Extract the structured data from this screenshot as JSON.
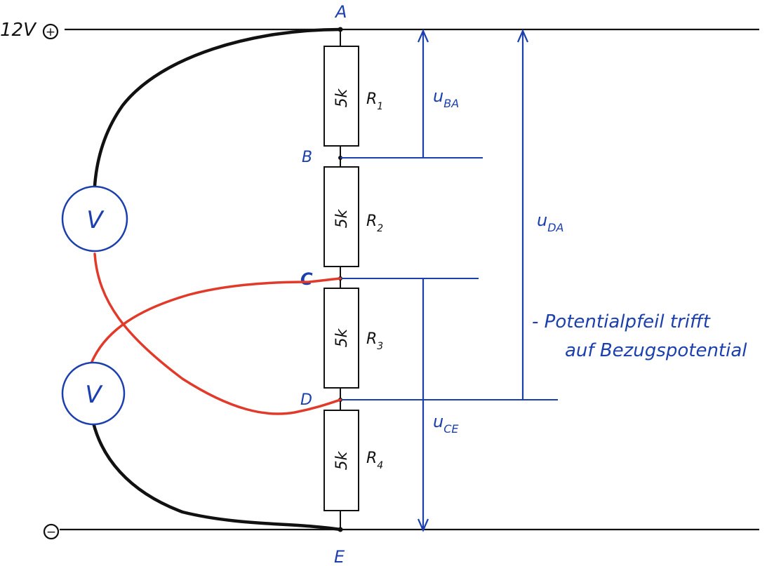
{
  "supply": {
    "voltage_label": "12V",
    "plus_symbol": "+",
    "minus_symbol": "−"
  },
  "nodes": {
    "A": "A",
    "B": "B",
    "C": "C",
    "D": "D",
    "E": "E"
  },
  "resistors": [
    {
      "value": "5k",
      "label": "R",
      "sub": "1"
    },
    {
      "value": "5k",
      "label": "R",
      "sub": "2"
    },
    {
      "value": "5k",
      "label": "R",
      "sub": "3"
    },
    {
      "value": "5k",
      "label": "R",
      "sub": "4"
    }
  ],
  "voltmeters": [
    {
      "symbol": "V"
    },
    {
      "symbol": "V"
    }
  ],
  "voltages": [
    {
      "main": "u",
      "sub": "BA"
    },
    {
      "main": "u",
      "sub": "DA"
    },
    {
      "main": "u",
      "sub": "CE"
    }
  ],
  "note": {
    "line1": "- Potentialpfeil trifft",
    "line2": "auf Bezugspotential"
  },
  "colors": {
    "black": "#111111",
    "blue": "#1c3fae",
    "red": "#e23a2a"
  }
}
